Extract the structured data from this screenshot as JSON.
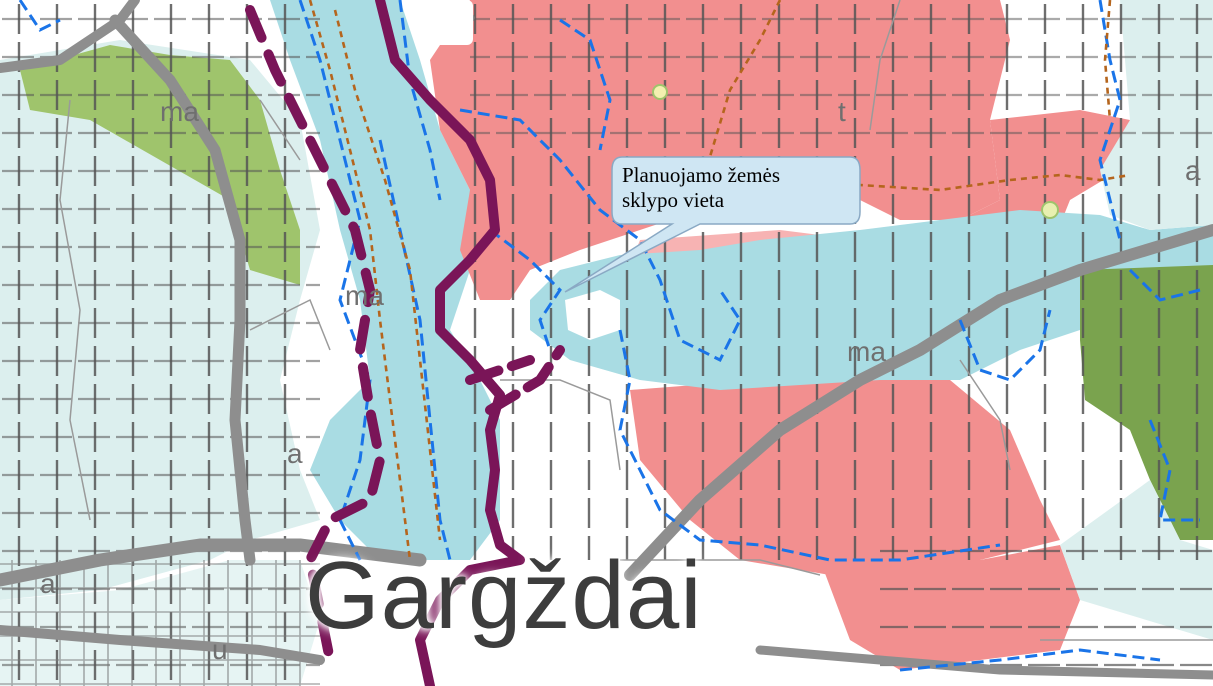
{
  "map": {
    "place_name": "Gargždai",
    "callout": {
      "line1": "Planuojamo žemės",
      "line2": "sklypo vieta"
    },
    "zone_labels": [
      "ma",
      "ma",
      "t",
      "a",
      "ma",
      "a",
      "a",
      "u"
    ],
    "colors": {
      "agricultural_pink": "#f28f8f",
      "light_pink": "#f7b3b3",
      "water_light_blue": "#a9dce3",
      "pale_cyan": "#dcefee",
      "forest_green": "#9fc46c",
      "dark_green": "#7aa34e",
      "road_gray": "#8e8e8e",
      "boundary_purple": "#7a1558",
      "dashed_blue": "#1a74e8",
      "dashed_orange": "#b5651d",
      "hatch_line": "#555555",
      "callout_fill": "#cfe6f3"
    }
  }
}
